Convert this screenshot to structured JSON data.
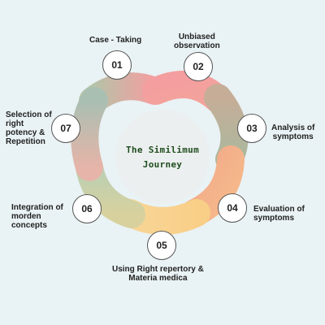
{
  "title": {
    "line1": "The Similimum",
    "line2": "Journey"
  },
  "colors": {
    "background": "#e9f2f4",
    "title": "#1f4d1f"
  },
  "stages": [
    {
      "number": "01",
      "label": "Case - Taking"
    },
    {
      "number": "02",
      "label": "Unbiased\nobservation"
    },
    {
      "number": "03",
      "label": "Analysis of\nsymptoms"
    },
    {
      "number": "04",
      "label": "Evaluation of\nsymptoms"
    },
    {
      "number": "05",
      "label": "Using Right repertory &\nMateria medica"
    },
    {
      "number": "06",
      "label": "Integration of\nmorden\nconcepts"
    },
    {
      "number": "07",
      "label": "Selection of\nright\npotency &\nRepetition"
    }
  ]
}
